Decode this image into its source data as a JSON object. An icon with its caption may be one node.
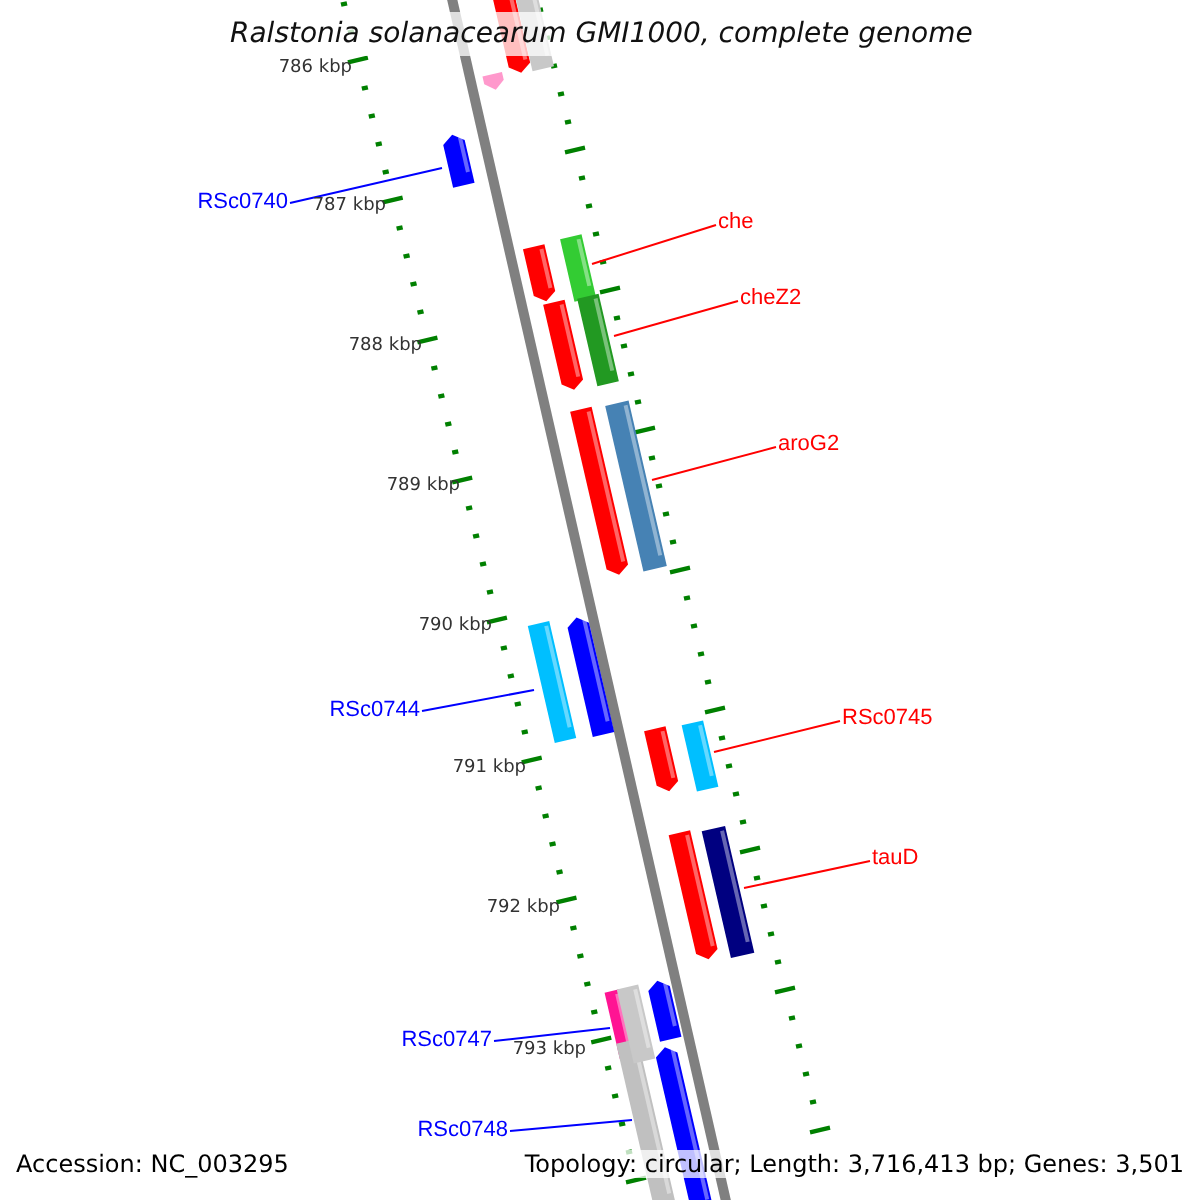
{
  "diagram": {
    "title": "Ralstonia solanacearum GMI1000, complete genome",
    "nodes": [
      {
        "text": [
          "RSc0740"
        ]
      },
      {
        "text": [],
        "shape": "bar"
      },
      {
        "text": [
          "che"
        ]
      },
      {
        "text": [],
        "shape": "bar"
      },
      {
        "text": [
          "cheZ2"
        ]
      },
      {
        "text": [],
        "shape": "bar"
      },
      {
        "text": [
          "aroG2"
        ]
      },
      {
        "text": [],
        "shape": "bar"
      },
      {
        "text": [
          "RSc0744"
        ]
      },
      {
        "text": [],
        "shape": "bar"
      },
      {
        "text": [
          "RSc0745"
        ]
      },
      {
        "text": [],
        "shape": "bar"
      },
      {
        "text": [
          "tauD"
        ]
      },
      {
        "text": [],
        "shape": "bar"
      },
      {
        "text": [
          "RSc0747"
        ]
      },
      {
        "text": [],
        "shape": "bar"
      },
      {
        "text": [
          "RSc0748"
        ]
      },
      {
        "text": [],
        "shape": "bar"
      },
      {
        "text": [],
        "shape": "bar"
      },
      {
        "text": [],
        "shape": "bar"
      },
      {
        "text": [],
        "shape": "bar"
      },
      {
        "text": [],
        "shape": "bar"
      },
      {
        "text": [],
        "shape": "bar"
      },
      {
        "text": [],
        "shape": "bar"
      },
      {
        "text": [],
        "shape": "bar"
      },
      {
        "text": [],
        "shape": "bar"
      },
      {
        "text": [],
        "shape": "bar"
      },
      {
        "text": [],
        "shape": "bar"
      },
      {
        "text": [],
        "shape": "bar"
      },
      {
        "text": [],
        "shape": "bar"
      }
    ],
    "edges": [
      {
        "from": 0,
        "to": 1,
        "arrow": "none",
        "color": "#0000ff"
      },
      {
        "from": 2,
        "to": 3,
        "arrow": "none"
      },
      {
        "from": 4,
        "to": 5,
        "arrow": "none"
      },
      {
        "from": 6,
        "to": 7,
        "arrow": "none"
      },
      {
        "from": 8,
        "to": 9,
        "arrow": "none",
        "color": "#0000ff"
      },
      {
        "from": 10,
        "to": 11,
        "arrow": "none"
      },
      {
        "from": 12,
        "to": 13,
        "arrow": "none"
      },
      {
        "from": 14,
        "to": 15,
        "arrow": "none",
        "color": "#0000ff"
      },
      {
        "from": 16,
        "to": 17,
        "arrow": "none",
        "color": "#0000ff"
      }
    ],
    "labels": [
      "786 kbp",
      "787 kbp",
      "788 kbp",
      "789 kbp",
      "790 kbp",
      "791 kbp",
      "792 kbp",
      "793 kbp",
      "Accession: NC_003295",
      "Topology: circular; Length: 3,716,413 bp; Genes: 3,501"
    ]
  }
}
